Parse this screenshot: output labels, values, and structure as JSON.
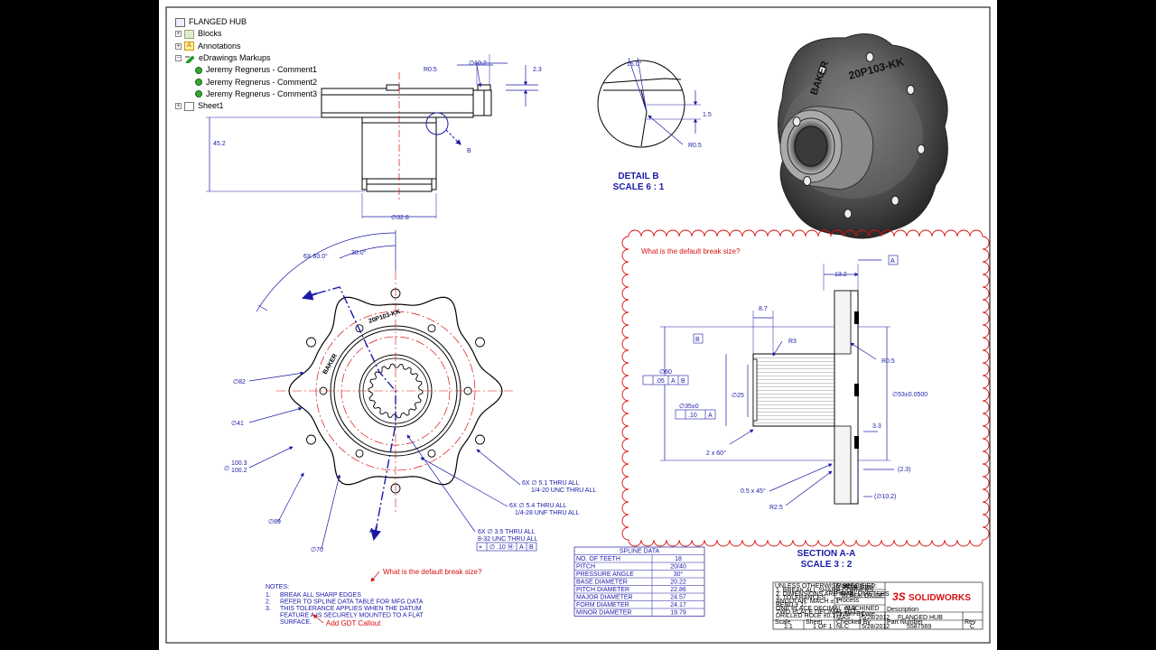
{
  "tree": {
    "root": "FLANGED HUB",
    "items": [
      {
        "label": "Blocks",
        "icon": "blocks-icon"
      },
      {
        "label": "Annotations",
        "icon": "annotations-icon"
      },
      {
        "label": "eDrawings Markups",
        "icon": "markups-icon"
      },
      {
        "label": "Jeremy Regnerus - Comment1",
        "icon": "comment-icon"
      },
      {
        "label": "Jeremy Regnerus - Comment2",
        "icon": "comment-icon"
      },
      {
        "label": "Jeremy Regnerus - Comment3",
        "icon": "comment-icon"
      },
      {
        "label": "Sheet1",
        "icon": "sheet-icon"
      }
    ],
    "expander_collapsed": "+",
    "expander_expanded": "−",
    "annotations_glyph": "A"
  },
  "dims": {
    "top_r05": "R0.5",
    "top_d102": "∅10.2",
    "top_23": "2.3",
    "height_452": "45.2",
    "d328": "∅32.8",
    "detail_b_callout": "B",
    "angle_6x60": "6X 60.0°",
    "angle_30": "30.0°",
    "section_a_callout": "A",
    "d82": "∅82",
    "d41": "∅41",
    "d1003": "100.3",
    "d1002": "100.2",
    "d_prefix": "∅",
    "d89": "∅89",
    "d70": "∅70",
    "hole1a": "6X ∅ 5.1 THRU ALL",
    "hole1b": "1/4-20 UNC  THRU ALL",
    "hole2a": "6X ∅ 5.4 THRU ALL",
    "hole2b": "1/4-28 UNF  THRU ALL",
    "hole3a": "6X ∅ 3.5 THRU ALL",
    "hole3b": "8-32 UNC  THRU ALL",
    "hole3_fcf": [
      "⌖",
      "∅ .10 Ⓜ",
      "A",
      "B"
    ],
    "part_text1": "20P103-KK",
    "part_text2": "BAKER"
  },
  "detail": {
    "angle": "15.0°",
    "d15": "1.5",
    "r05": "R0.5",
    "title1": "DETAIL B",
    "title2": "SCALE 6 : 1"
  },
  "section": {
    "markup_question": "What is the default break size?",
    "d132": "13.2",
    "datum_a": "A",
    "d87": "8.7",
    "datum_b": "B",
    "r3": "R3",
    "r05": "R0.5",
    "d60": "∅60",
    "fcf60": [
      ".05",
      "A",
      "B"
    ],
    "d35": "∅35±0",
    "fcf35": [
      ".10",
      "A"
    ],
    "d25": "∅25",
    "d53": "∅53±0.0500",
    "d33": "3.3",
    "angle2x60": "2 x 60°",
    "chamfer": "0.5 x 45°",
    "d23": "(2.3)",
    "d102": "(∅10.2)",
    "r25": "R2.5",
    "title1": "SECTION A-A",
    "title2": "SCALE 3 : 2"
  },
  "spline": {
    "title": "SPLINE DATA",
    "rows": [
      [
        "NO. OF TEETH",
        "18"
      ],
      [
        "PITCH",
        "20/40"
      ],
      [
        "PRESSURE ANGLE",
        "30°"
      ],
      [
        "BASE DIAMETER",
        "20.22"
      ],
      [
        "PITCH DIAMETER",
        "22.86"
      ],
      [
        "MAJOR DIAMETER",
        "24.57"
      ],
      [
        "FORM DIAMETER",
        "24.17"
      ],
      [
        "MINOR DIAMETER",
        "19.79"
      ]
    ]
  },
  "notes": {
    "markup_question": "What is the default break size?",
    "heading": "NOTES:",
    "lines": [
      {
        "num": "1.",
        "text": "BREAK ALL SHARP EDGES"
      },
      {
        "num": "2.",
        "text": "REFER TO SPLINE DATA TABLE FOR MFG DATA"
      },
      {
        "num": "3.",
        "text": "THIS TOLERANCE APPLIES WHEN THE DATUM"
      },
      {
        "num": "",
        "text": "FEATURE A IS SECURELY MOUNTED TO A FLAT"
      },
      {
        "num": "",
        "text": "SURFACE."
      }
    ],
    "gdt_markup": "Add GDT Callout"
  },
  "titleblock": {
    "brand": "SOLIDWORKS",
    "brand_mark": "3S",
    "material": "Alloy Steel",
    "finish1": "BLACK OXIDE",
    "finish2": "MACHINED",
    "title": "FLANGED HUB",
    "drawn_by": "MAS",
    "drawn_date": "5/28/2012",
    "checked_by": "NLC",
    "checked_date": "5/28/2012",
    "part_number": "5587569",
    "rev": "C",
    "scale": "1:1",
    "sheet": "1 OF 1",
    "tol_header": "UNLESS OTHERWISE SPECIFIED:",
    "tol_lines": [
      "1. BREAK ALL SHARP CORNERS",
      "2. DIMENSIONS ARE IN MILLIMETERS",
      "3. TOLERANCES:",
      "ANGULAR: MACH  ± 1°",
      "BEND ± 1°",
      "ONE PLACE DECIMAL  ±0.3",
      "TWO PLACE DECIMAL  ±0.1",
      "DRILLED HOLE  ±0.1"
    ],
    "lbl_material": "Material",
    "lbl_finish": "Finish",
    "lbl_process": "Process",
    "lbl_description": "Description",
    "lbl_drawn": "Drawn By",
    "lbl_checked": "Checked By",
    "lbl_date": "Date",
    "lbl_part": "Part Number",
    "lbl_rev": "Rev",
    "lbl_scale": "Scale",
    "lbl_sheet": "Sheet"
  }
}
